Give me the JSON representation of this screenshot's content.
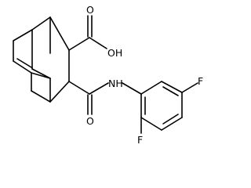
{
  "molecule": {
    "atoms": {
      "hydroxyl": "OH",
      "carboxyl_oxygen": "O",
      "amide_oxygen": "O",
      "amide_nh": "NH",
      "fluorine_ring_top": "F",
      "fluorine_ring_bottom": "F"
    }
  }
}
